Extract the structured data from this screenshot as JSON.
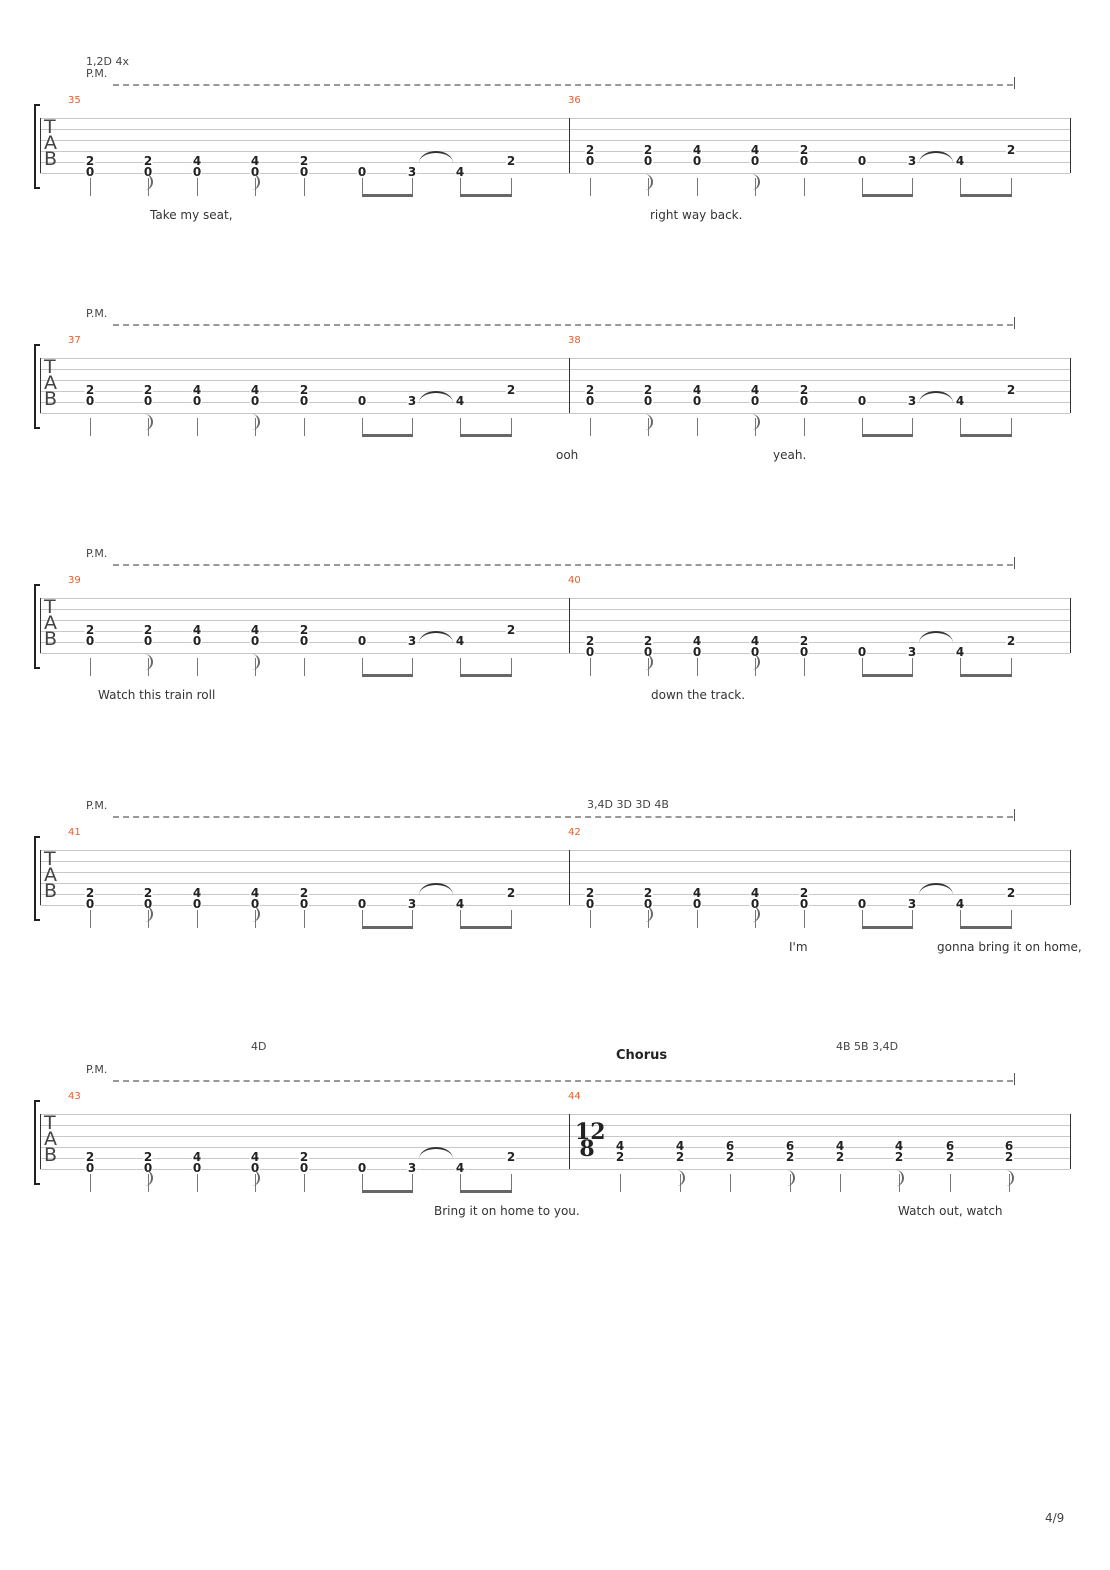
{
  "page_number": "4/9",
  "systems": [
    {
      "annotations": [
        {
          "text": "1,2D 4x",
          "pos": "a1"
        }
      ],
      "palm_mute": "P.M.",
      "section": null,
      "measures": [
        {
          "number": "35",
          "strings": [
            5,
            6
          ],
          "notes": [
            [
              "2",
              "0"
            ],
            [
              "2",
              "0"
            ],
            [
              "4",
              "0"
            ],
            [
              "4",
              "0"
            ],
            [
              "2",
              "0"
            ],
            [
              null,
              "0"
            ],
            [
              null,
              "3"
            ],
            [
              null,
              "4"
            ],
            [
              "2",
              null
            ]
          ]
        },
        {
          "number": "36",
          "strings": [
            4,
            5
          ],
          "notes": [
            [
              "2",
              "0"
            ],
            [
              "2",
              "0"
            ],
            [
              "4",
              "0"
            ],
            [
              "4",
              "0"
            ],
            [
              "2",
              "0"
            ],
            [
              null,
              "0"
            ],
            [
              null,
              "3"
            ],
            [
              null,
              "4"
            ],
            [
              "2",
              null
            ]
          ]
        }
      ],
      "lyrics": [
        "Take  my  seat,",
        "right way back."
      ]
    },
    {
      "annotations": [],
      "palm_mute": "P.M.",
      "section": null,
      "measures": [
        {
          "number": "37",
          "strings": [
            4,
            5
          ],
          "notes": [
            [
              "2",
              "0"
            ],
            [
              "2",
              "0"
            ],
            [
              "4",
              "0"
            ],
            [
              "4",
              "0"
            ],
            [
              "2",
              "0"
            ],
            [
              null,
              "0"
            ],
            [
              null,
              "3"
            ],
            [
              null,
              "4"
            ],
            [
              "2",
              null
            ]
          ]
        },
        {
          "number": "38",
          "strings": [
            4,
            5
          ],
          "notes": [
            [
              "2",
              "0"
            ],
            [
              "2",
              "0"
            ],
            [
              "4",
              "0"
            ],
            [
              "4",
              "0"
            ],
            [
              "2",
              "0"
            ],
            [
              null,
              "0"
            ],
            [
              null,
              "3"
            ],
            [
              null,
              "4"
            ],
            [
              "2",
              null
            ]
          ]
        }
      ],
      "lyrics": [
        "ooh",
        "yeah."
      ]
    },
    {
      "annotations": [],
      "palm_mute": "P.M.",
      "section": null,
      "measures": [
        {
          "number": "39",
          "strings": [
            4,
            5
          ],
          "notes": [
            [
              "2",
              "0"
            ],
            [
              "2",
              "0"
            ],
            [
              "4",
              "0"
            ],
            [
              "4",
              "0"
            ],
            [
              "2",
              "0"
            ],
            [
              null,
              "0"
            ],
            [
              null,
              "3"
            ],
            [
              null,
              "4"
            ],
            [
              "2",
              null
            ]
          ]
        },
        {
          "number": "40",
          "strings": [
            5,
            6
          ],
          "notes": [
            [
              "2",
              "0"
            ],
            [
              "2",
              "0"
            ],
            [
              "4",
              "0"
            ],
            [
              "4",
              "0"
            ],
            [
              "2",
              "0"
            ],
            [
              null,
              "0"
            ],
            [
              null,
              "3"
            ],
            [
              null,
              "4"
            ],
            [
              "2",
              null
            ]
          ]
        }
      ],
      "lyrics": [
        "Watch this train roll",
        "down the track."
      ]
    },
    {
      "annotations": [
        {
          "text": "3,4D  3D  3D  4B",
          "pos": "a4"
        }
      ],
      "palm_mute": "P.M.",
      "section": null,
      "measures": [
        {
          "number": "41",
          "strings": [
            5,
            6
          ],
          "notes": [
            [
              "2",
              "0"
            ],
            [
              "2",
              "0"
            ],
            [
              "4",
              "0"
            ],
            [
              "4",
              "0"
            ],
            [
              "2",
              "0"
            ],
            [
              null,
              "0"
            ],
            [
              null,
              "3"
            ],
            [
              null,
              "4"
            ],
            [
              "2",
              null
            ]
          ]
        },
        {
          "number": "42",
          "strings": [
            5,
            6
          ],
          "notes": [
            [
              "2",
              "0"
            ],
            [
              "2",
              "0"
            ],
            [
              "4",
              "0"
            ],
            [
              "4",
              "0"
            ],
            [
              "2",
              "0"
            ],
            [
              null,
              "0"
            ],
            [
              null,
              "3"
            ],
            [
              null,
              "4"
            ],
            [
              "2",
              null
            ]
          ]
        }
      ],
      "lyrics": [
        "I'm",
        "gonna bring it on home,"
      ]
    },
    {
      "annotations": [
        {
          "text": "4D",
          "pos": "a5a"
        },
        {
          "text": "4B 5B 3,4D",
          "pos": "a5b"
        }
      ],
      "palm_mute": "P.M.",
      "section": "Chorus",
      "measures": [
        {
          "number": "43",
          "strings": [
            5,
            6
          ],
          "notes": [
            [
              "2",
              "0"
            ],
            [
              "2",
              "0"
            ],
            [
              "4",
              "0"
            ],
            [
              "4",
              "0"
            ],
            [
              "2",
              "0"
            ],
            [
              null,
              "0"
            ],
            [
              null,
              "3"
            ],
            [
              null,
              "4"
            ],
            [
              "2",
              null
            ]
          ]
        },
        {
          "number": "44",
          "strings": [
            4,
            5
          ],
          "time_signature": [
            "12",
            "8"
          ],
          "notes": [
            [
              "4",
              "2"
            ],
            [
              "4",
              "2"
            ],
            [
              "6",
              "2"
            ],
            [
              "6",
              "2"
            ],
            [
              "4",
              "2"
            ],
            [
              "4",
              "2"
            ],
            [
              "6",
              "2"
            ],
            [
              "6",
              "2"
            ]
          ]
        }
      ],
      "lyrics": [
        "Bring it on home to you.",
        "Watch out,  watch"
      ]
    }
  ],
  "tab_clef": [
    "T",
    "A",
    "B"
  ]
}
